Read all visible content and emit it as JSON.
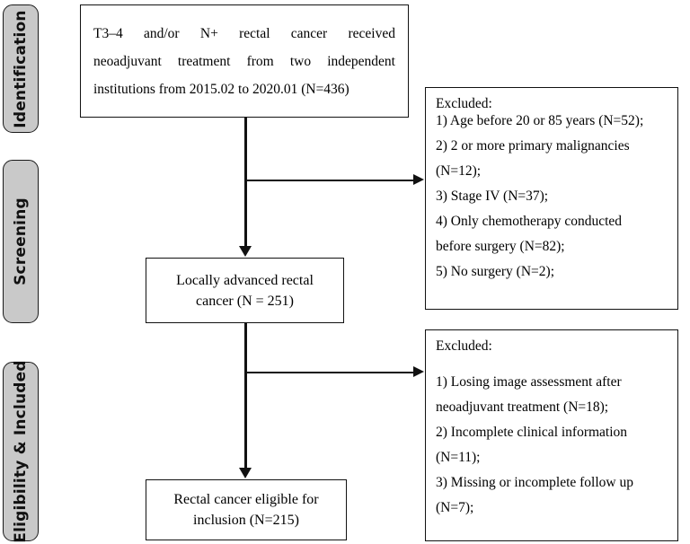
{
  "stages": [
    {
      "label": "Identification"
    },
    {
      "label": "Screening"
    },
    {
      "label": "Eligibility & Included"
    }
  ],
  "source_box": {
    "line1": "T3–4 and/or N+ rectal cancer received",
    "line2": "neoadjuvant treatment from two independent",
    "line3": "institutions  from 2015.02 to 2020.01 (N=436)",
    "total_n": "436"
  },
  "screening_box": {
    "line1": "Locally advanced rectal",
    "line2": "cancer (N = 251)",
    "n": "251"
  },
  "included_box": {
    "line1": "Rectal cancer eligible for",
    "line2": "inclusion (N=215)",
    "n": "215"
  },
  "excluded_box_1": {
    "heading": "Excluded:",
    "items": [
      "1) Age before 20 or 85 years (N=52);",
      "2) 2 or more primary malignancies",
      "(N=12);",
      "3) Stage IV (N=37);",
      "4) Only chemotherapy conducted",
      "before surgery (N=82);",
      "5) No surgery (N=2);"
    ]
  },
  "excluded_box_2": {
    "heading": "Excluded:",
    "items": [
      "1) Losing image assessment after",
      "neoadjuvant treatment (N=18);",
      "2) Incomplete clinical information",
      "(N=11);",
      "3) Missing or incomplete follow up",
      "(N=7);"
    ]
  },
  "colors": {
    "stage_fill": "#c9c9c9",
    "line": "#111111",
    "background": "#ffffff"
  }
}
